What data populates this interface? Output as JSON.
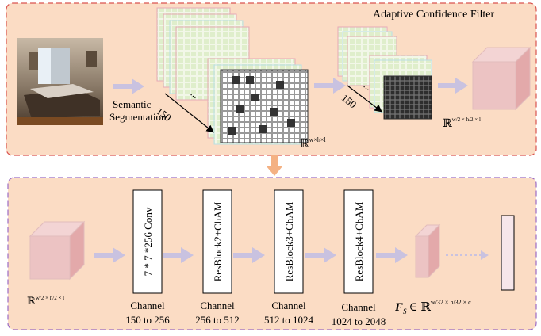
{
  "top_panel": {
    "title": "Adaptive Confidence Filter",
    "step1_label_line1": "Semantic",
    "step1_label_line2": "Segmentation",
    "dim_label_1": "150",
    "dim_label_2": "150",
    "ellipsis": "...",
    "seg_space": "ℝ",
    "seg_space_sup": "w×h×l",
    "out_space": "ℝ",
    "out_space_sup": "w/2 × h/2 × l"
  },
  "bottom_panel": {
    "input_space": "ℝ",
    "input_space_sup": "w/2 × h/2 × l",
    "blocks": [
      {
        "label": "7 * 7 *256 Conv",
        "channel_title": "Channel",
        "channel_range": "150 to 256"
      },
      {
        "label": "ResBlock2+ChAM",
        "channel_title": "Channel",
        "channel_range": "256 to 512"
      },
      {
        "label": "ResBlock3+ChAM",
        "channel_title": "Channel",
        "channel_range": "512 to 1024"
      },
      {
        "label": "ResBlock4+ChAM",
        "channel_title": "Channel",
        "channel_range": "1024 to 2048"
      }
    ],
    "fs_symbol": "F",
    "fs_sub": "S",
    "fs_in": "∈ ℝ",
    "fs_sup": "w/32 × h/32 × c"
  },
  "colors": {
    "panel_fill": "#fbdcc4",
    "top_border": "#d9534f",
    "bottom_border": "#9b6cc4",
    "arrow": "#c9c2e0",
    "cube": "#e8b8b8",
    "connector": "#f4b183"
  }
}
